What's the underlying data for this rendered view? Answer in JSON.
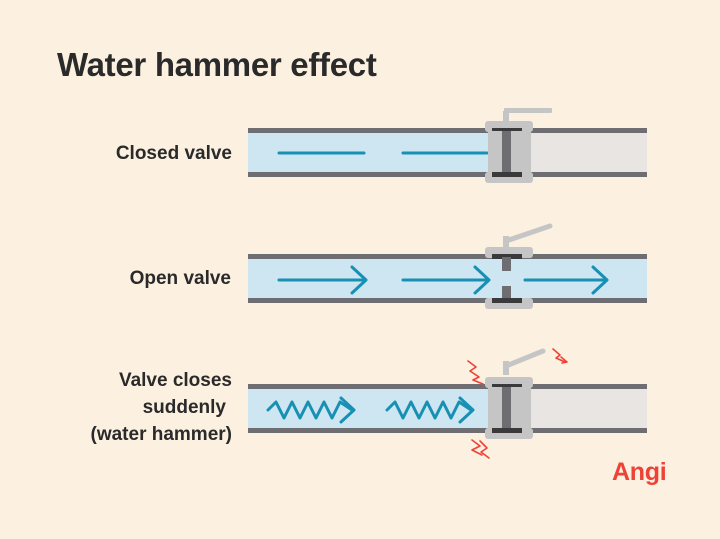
{
  "title": "Water hammer effect",
  "rows": [
    {
      "label": "Closed valve",
      "state": "closed"
    },
    {
      "label": "Open valve",
      "state": "open"
    },
    {
      "label_lines": [
        "Valve closes",
        "suddenly",
        "(water hammer)"
      ],
      "state": "sudden-close"
    }
  ],
  "brand": "Angi",
  "colors": {
    "background": "#fcf1e1",
    "water": "#cde6f2",
    "pipe_wall": "#6e6e72",
    "flow": "#1790b4",
    "valve": "#c5c5c6",
    "valve_dark": "#3a3a3d",
    "impact": "#ee4236",
    "text": "#2a2a2a"
  }
}
